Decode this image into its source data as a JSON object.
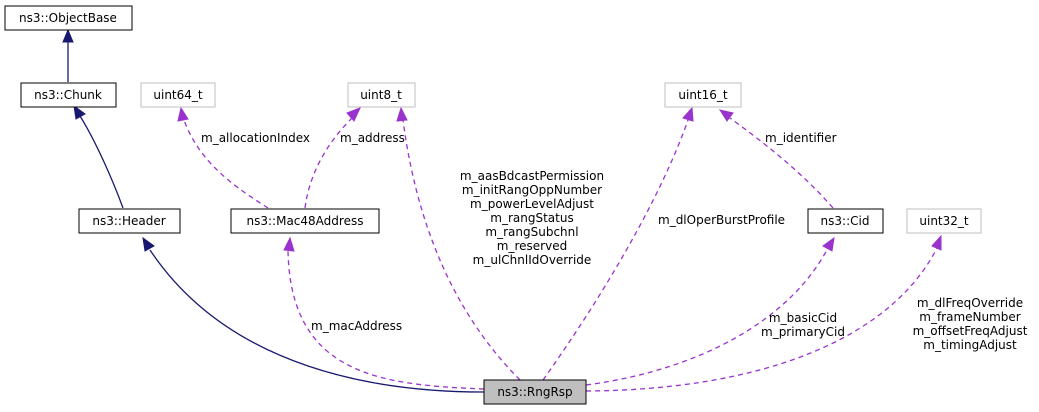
{
  "nodes": {
    "objectbase": "ns3::ObjectBase",
    "chunk": "ns3::Chunk",
    "header": "ns3::Header",
    "uint64": "uint64_t",
    "uint8": "uint8_t",
    "uint16": "uint16_t",
    "mac48": "ns3::Mac48Address",
    "cid": "ns3::Cid",
    "uint32": "uint32_t",
    "rngrsp": "ns3::RngRsp"
  },
  "edge_labels": {
    "allocation_index": "m_allocationIndex",
    "address": "m_address",
    "uint8_fields": [
      "m_aasBdcastPermission",
      "m_initRangOppNumber",
      "m_powerLevelAdjust",
      "m_rangStatus",
      "m_rangSubchnl",
      "m_reserved",
      "m_ulChnlIdOverride"
    ],
    "identifier": "m_identifier",
    "dl_oper_burst_profile": "m_dlOperBurstProfile",
    "mac_address": "m_macAddress",
    "cid_fields": [
      "m_basicCid",
      "m_primaryCid"
    ],
    "uint32_fields": [
      "m_dlFreqOverride",
      "m_frameNumber",
      "m_offsetFreqAdjust",
      "m_timingAdjust"
    ]
  },
  "colors": {
    "inheritance_edge": "#191970",
    "usage_edge": "#9a32cd",
    "focus_node_fill": "#bfbfbf",
    "missing_node_border": "#bfbfbf"
  }
}
